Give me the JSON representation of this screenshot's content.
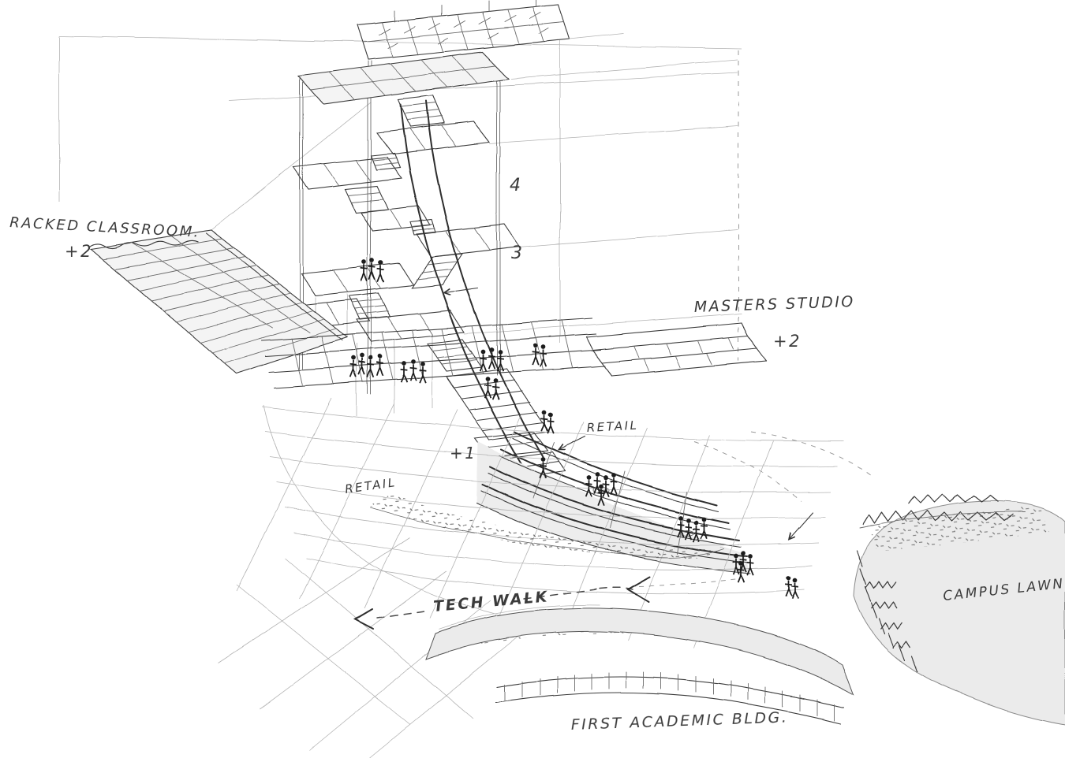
{
  "sketch": {
    "labels": {
      "racked_classroom": "RACKED CLASSROOM.",
      "racked_classroom_level": "+2",
      "level_4": "4",
      "level_3": "3",
      "masters_studio": "MASTERS STUDIO",
      "masters_studio_level": "+2",
      "retail_upper": "RETAIL",
      "retail_lower": "RETAIL",
      "plus_one_terrace": "+1",
      "tech_walk": "TECH WALK",
      "campus_lawn": "CAMPUS LAWN",
      "first_academic_bldg": "FIRST ACADEMIC BLDG."
    },
    "colors": {
      "ink": "#3a3a3a",
      "faint_line": "#b3b3b3",
      "paper": "#ffffff",
      "shading": "#ebebeb"
    }
  }
}
